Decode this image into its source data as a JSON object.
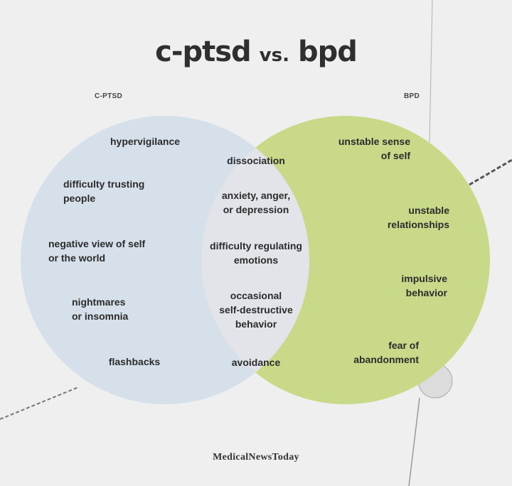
{
  "title": {
    "left": "c-ptsd",
    "vs": "vs.",
    "right": "bpd"
  },
  "sets": {
    "left_label": "C-PTSD",
    "right_label": "BPD",
    "colors": {
      "left": "#d6e0ea",
      "right": "#c9d98a",
      "overlap": "#e3e4ea",
      "background": "#efefef"
    }
  },
  "left_only": [
    "hypervigilance",
    "difficulty trusting\npeople",
    "negative view of self\nor the world",
    "nightmares\nor insomnia",
    "flashbacks"
  ],
  "shared": [
    "dissociation",
    "anxiety, anger,\nor depression",
    "difficulty regulating\nemotions",
    "occasional\nself-destructive\nbehavior",
    "avoidance"
  ],
  "right_only": [
    "unstable sense\nof self",
    "unstable\nrelationships",
    "impulsive\nbehavior",
    "fear of\nabandonment"
  ],
  "source": "MedicalNewsToday"
}
